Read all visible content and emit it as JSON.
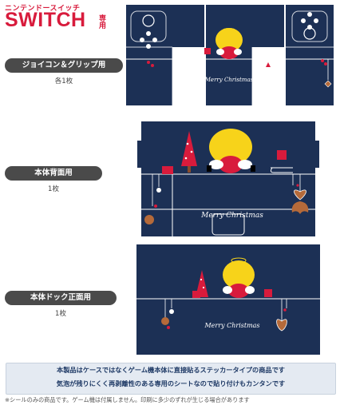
{
  "header": {
    "subtitle": "ニンテンドースイッチ",
    "title": "SWITCH",
    "title_suffix": "専用"
  },
  "sections": [
    {
      "label": "ジョイコン＆グリップ用",
      "count": "各1枚"
    },
    {
      "label": "本体背面用",
      "count": "1枚"
    },
    {
      "label": "本体ドック正面用",
      "count": "1枚"
    }
  ],
  "artwork": {
    "caption": "Merry Christmas",
    "background_color": "#1c3055"
  },
  "notice": {
    "line1": "本製品はケースではなくゲーム機本体に直接貼るステッカータイプの商品です",
    "line2": "気泡が残りにくく再剥離性のある専用のシートなので貼り付けもカンタンです"
  },
  "footnote": "※シールのみの商品です。ゲーム機は付属しません。印刷に多少のずれが生じる場合があります",
  "colors": {
    "brand": "#d81b3c",
    "label_bg": "#4a4a4a",
    "notice_bg": "#e4eaf2",
    "notice_text": "#1f3a66"
  }
}
